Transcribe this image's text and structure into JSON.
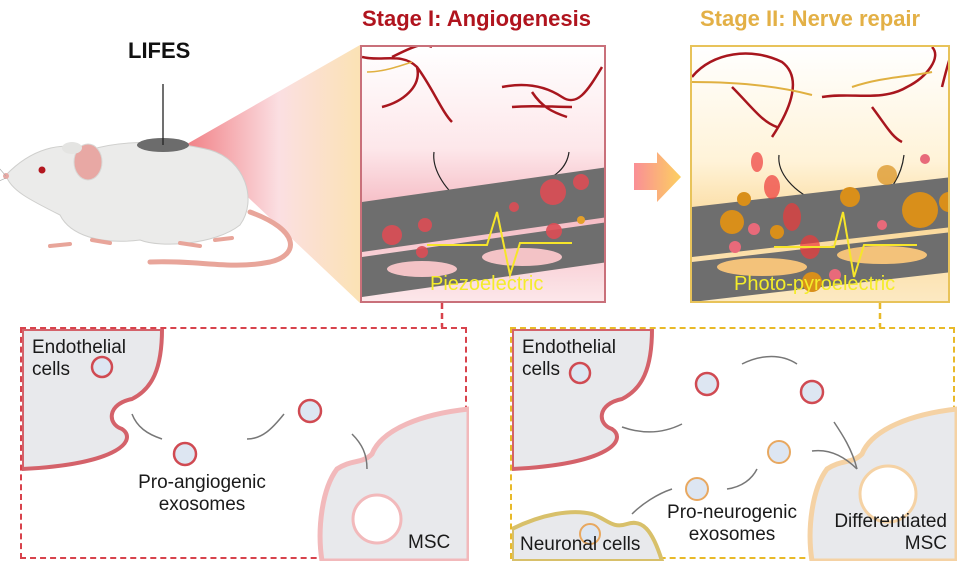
{
  "figure": {
    "device_label": "LIFES",
    "stage1": {
      "title": "Stage I: Angiogenesis",
      "mechanism": "Piezoelectric",
      "color": "#b0141e",
      "inset": {
        "target_cells": "Endothelial cells",
        "target_cells_line1": "Endothelial",
        "target_cells_line2": "cells",
        "exosome_label_line1": "Pro-angiogenic",
        "exosome_label_line2": "exosomes",
        "source_cells": "MSC"
      }
    },
    "stage2": {
      "title": "Stage II: Nerve repair",
      "mechanism": "Photo-pyroelectric",
      "color": "#e3b046",
      "inset": {
        "target_cells_line1": "Endothelial",
        "target_cells_line2": "cells",
        "neuronal_cells": "Neuronal cells",
        "exosome_label_line1": "Pro-neurogenic",
        "exosome_label_line2": "exosomes",
        "source_line1": "Differentiated",
        "source_line2": "MSC"
      }
    },
    "icons": [
      "mouse-illustration",
      "implant-device-icon",
      "light-cone",
      "stage-transition-arrow",
      "exosome-icon",
      "blood-vessel",
      "nerve-fiber"
    ]
  }
}
